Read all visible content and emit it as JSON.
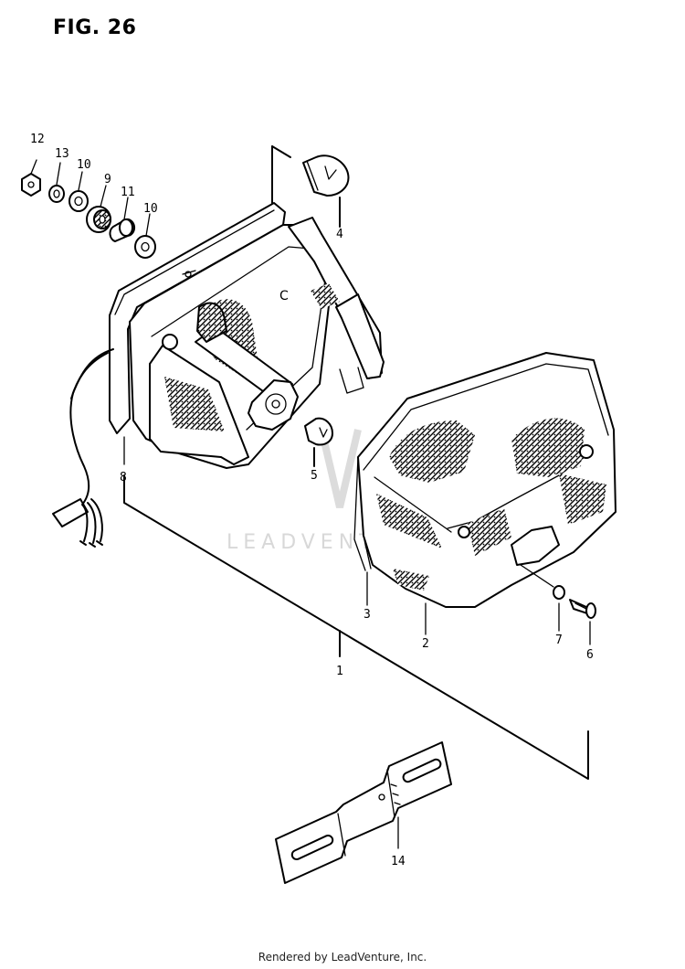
{
  "figure": {
    "title": "FIG. 26",
    "watermark": "LEADVENTURE",
    "footer": "Rendered by LeadVenture, Inc."
  },
  "callouts": [
    {
      "id": "label-12",
      "text": "12"
    },
    {
      "id": "label-13",
      "text": "13"
    },
    {
      "id": "label-10a",
      "text": "10"
    },
    {
      "id": "label-9",
      "text": "9"
    },
    {
      "id": "label-11",
      "text": "11"
    },
    {
      "id": "label-10b",
      "text": "10"
    },
    {
      "id": "label-4",
      "text": "4"
    },
    {
      "id": "label-8",
      "text": "8"
    },
    {
      "id": "label-5",
      "text": "5"
    },
    {
      "id": "label-3",
      "text": "3"
    },
    {
      "id": "label-2",
      "text": "2"
    },
    {
      "id": "label-7",
      "text": "7"
    },
    {
      "id": "label-6",
      "text": "6"
    },
    {
      "id": "label-1",
      "text": "1"
    },
    {
      "id": "label-14",
      "text": "14"
    }
  ],
  "colors": {
    "line": "#000000",
    "background": "#ffffff",
    "watermark": "#d8d8d8"
  }
}
